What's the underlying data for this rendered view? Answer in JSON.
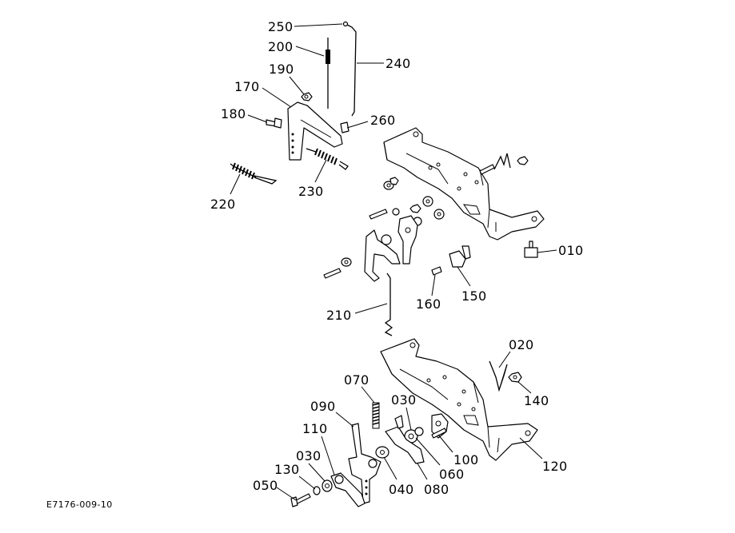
{
  "figure_code": "E7176-009-10",
  "callouts": {
    "c250": "250",
    "c200": "200",
    "c240": "240",
    "c190": "190",
    "c170": "170",
    "c180": "180",
    "c260": "260",
    "c220": "220",
    "c230": "230",
    "c010": "010",
    "c210": "210",
    "c160": "160",
    "c150": "150",
    "c020": "020",
    "c140": "140",
    "c070": "070",
    "c030a": "030",
    "c090": "090",
    "c110": "110",
    "c100": "100",
    "c060": "060",
    "c030b": "030",
    "c120": "120",
    "c130": "130",
    "c050": "050",
    "c040": "040",
    "c080": "080"
  }
}
